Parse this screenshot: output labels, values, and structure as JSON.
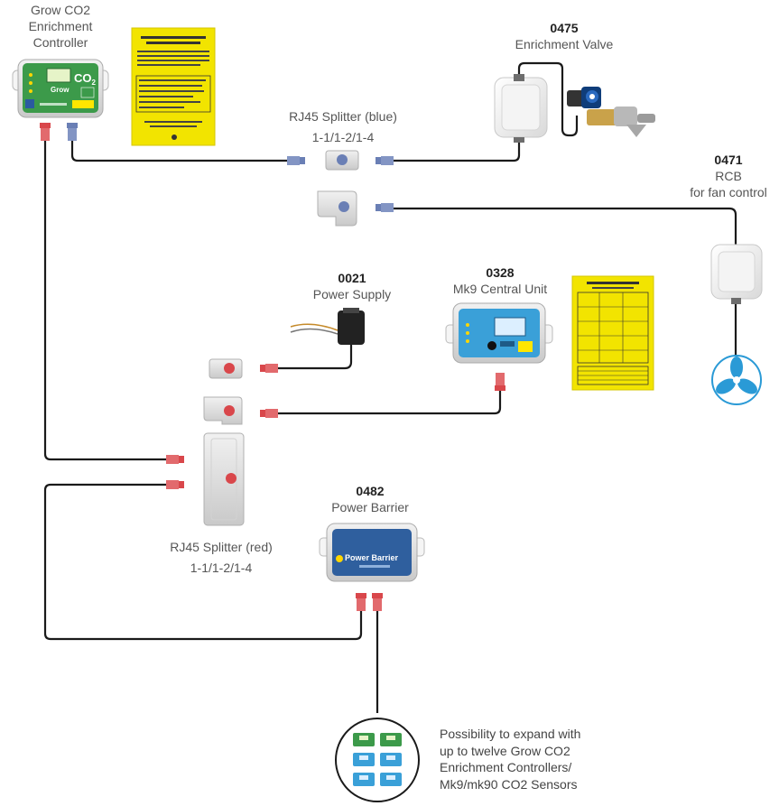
{
  "devices": {
    "grow_controller": {
      "name_line1": "Grow CO2",
      "name_line2": "Enrichment",
      "name_line3": "Controller"
    },
    "enrichment_valve": {
      "code": "0475",
      "name": "Enrichment Valve"
    },
    "rcb": {
      "code": "0471",
      "name_line1": "RCB",
      "name_line2": "for fan control"
    },
    "power_supply": {
      "code": "0021",
      "name": "Power Supply"
    },
    "central_unit": {
      "code": "0328",
      "name": "Mk9 Central Unit"
    },
    "power_barrier": {
      "code": "0482",
      "name": "Power Barrier",
      "face_text": "Power Barrier"
    }
  },
  "splitters": {
    "blue": {
      "line1": "RJ45 Splitter (blue)",
      "line2": "1-1/1-2/1-4"
    },
    "red": {
      "line1": "RJ45 Splitter (red)",
      "line2": "1-1/1-2/1-4"
    }
  },
  "controller_face": {
    "co2": "CO",
    "sub": "2",
    "grow": "Grow"
  },
  "expand_note": [
    "Possibility to expand with",
    "up to twelve Grow CO2",
    "Enrichment Controllers/",
    "Mk9/mk90 CO2 Sensors"
  ],
  "colors": {
    "cable": "#1a1a1a",
    "connector_blue": "#6a7fb5",
    "connector_red": "#d9474b",
    "controller_green": "#3c9a4a",
    "central_blue": "#3aa0d8",
    "sign_yellow": "#f2e400",
    "fan_blue": "#2a9ad6"
  }
}
